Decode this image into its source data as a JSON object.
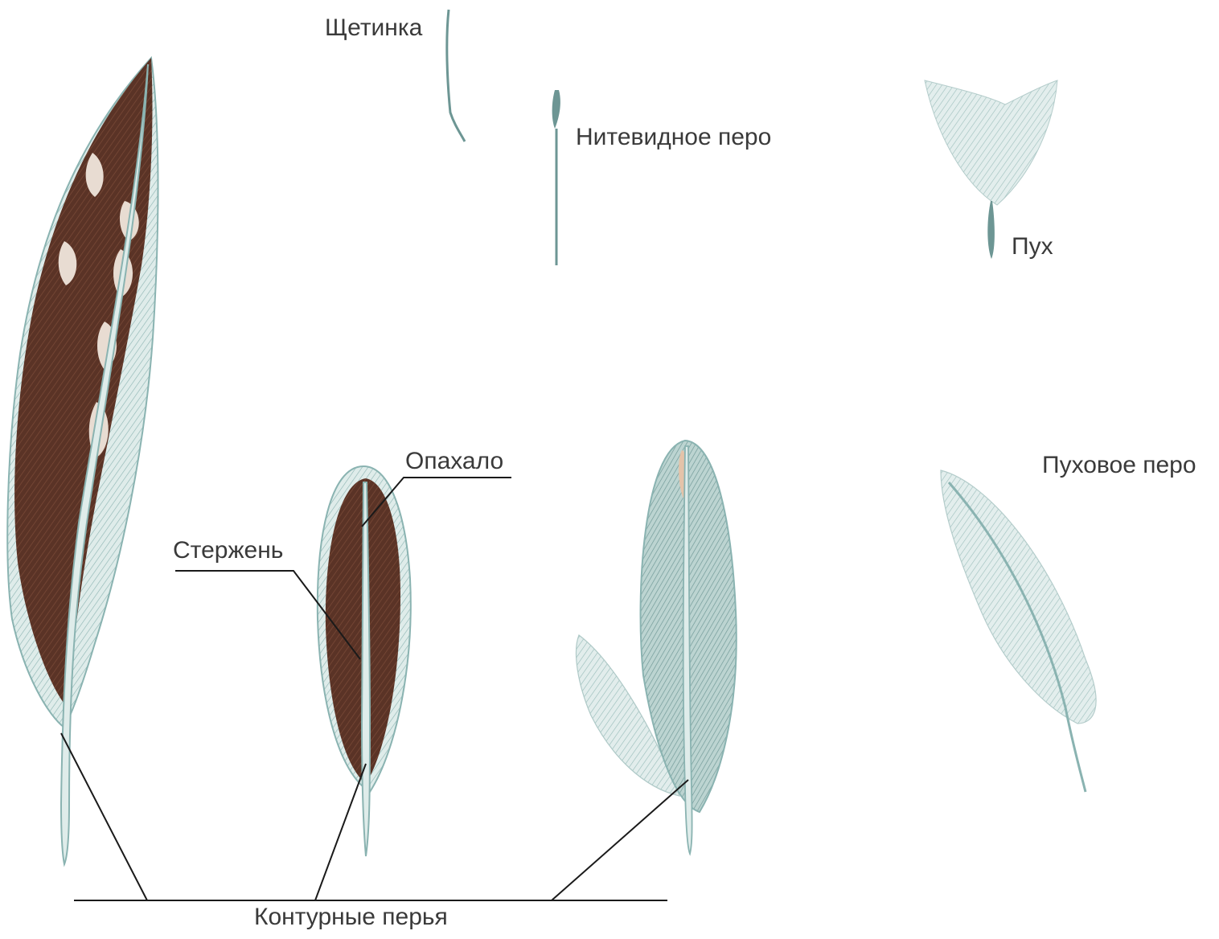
{
  "labels": {
    "bristle": "Щетинка",
    "filoplume": "Нитевидное перо",
    "down": "Пух",
    "vane": "Опахало",
    "shaft": "Стержень",
    "down_feather": "Пуховое перо",
    "contour_feathers": "Контурные перья"
  },
  "colors": {
    "feather_brown": "#5a3326",
    "feather_light_brown": "#a0705a",
    "feather_outline": "#8ab3b1",
    "leader_line": "#1a1a1a",
    "text": "#3a3a3a"
  }
}
